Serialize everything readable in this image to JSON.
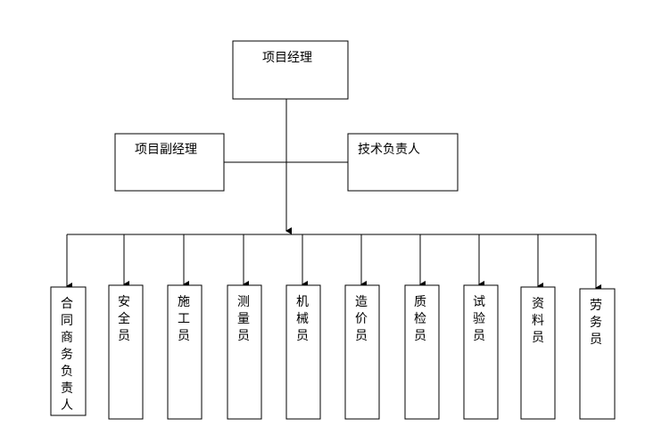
{
  "manager": {
    "label": "项目经理"
  },
  "deputy": {
    "label": "项目副经理"
  },
  "technical": {
    "label": "技术负责人"
  },
  "staff": [
    {
      "label": "合同商务负责人"
    },
    {
      "label": "安全员"
    },
    {
      "label": "施工员"
    },
    {
      "label": "测量员"
    },
    {
      "label": "机械员"
    },
    {
      "label": "造价员"
    },
    {
      "label": "质检员"
    },
    {
      "label": "试验员"
    },
    {
      "label": "资料员"
    },
    {
      "label": "劳务员"
    }
  ]
}
